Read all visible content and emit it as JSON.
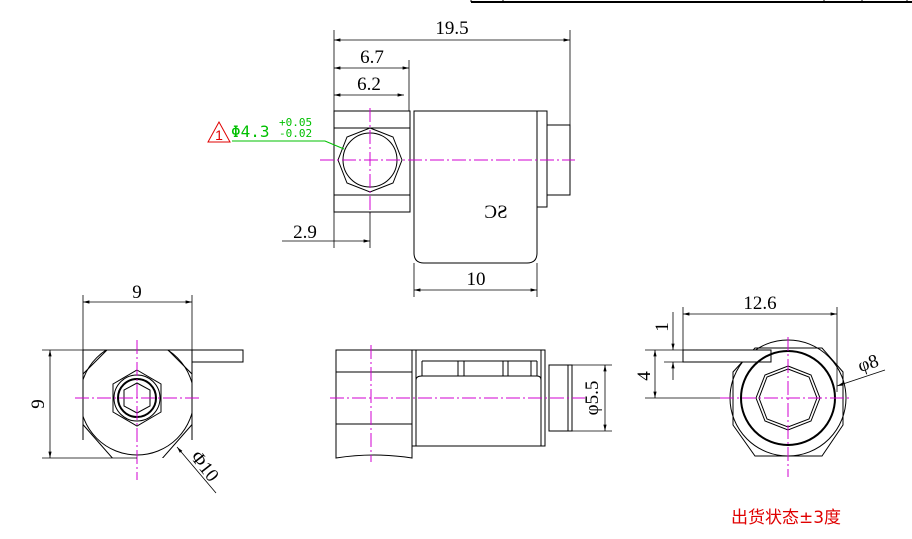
{
  "dimensions": {
    "overall_length": "19.5",
    "block_length_a": "6.7",
    "block_length_b": "6.2",
    "hole_offset": "2.9",
    "body_length": "10",
    "front_width": "9",
    "front_height": "9",
    "outer_diameter": "Φ10",
    "stub_diameter": "φ5.5",
    "tab_span": "12.6",
    "tab_thickness": "1",
    "tab_height": "4",
    "inner_diameter": "φ8"
  },
  "hole_callout": {
    "revision_mark": "1",
    "nominal": "Φ4.3",
    "upper_tol": "+0.05",
    "lower_tol": "-0.02"
  },
  "part_marking": "SC",
  "note": "出货状态±3度",
  "colors": {
    "centerline": "#d000d0",
    "callout": "#00c000",
    "note": "#e00000"
  }
}
